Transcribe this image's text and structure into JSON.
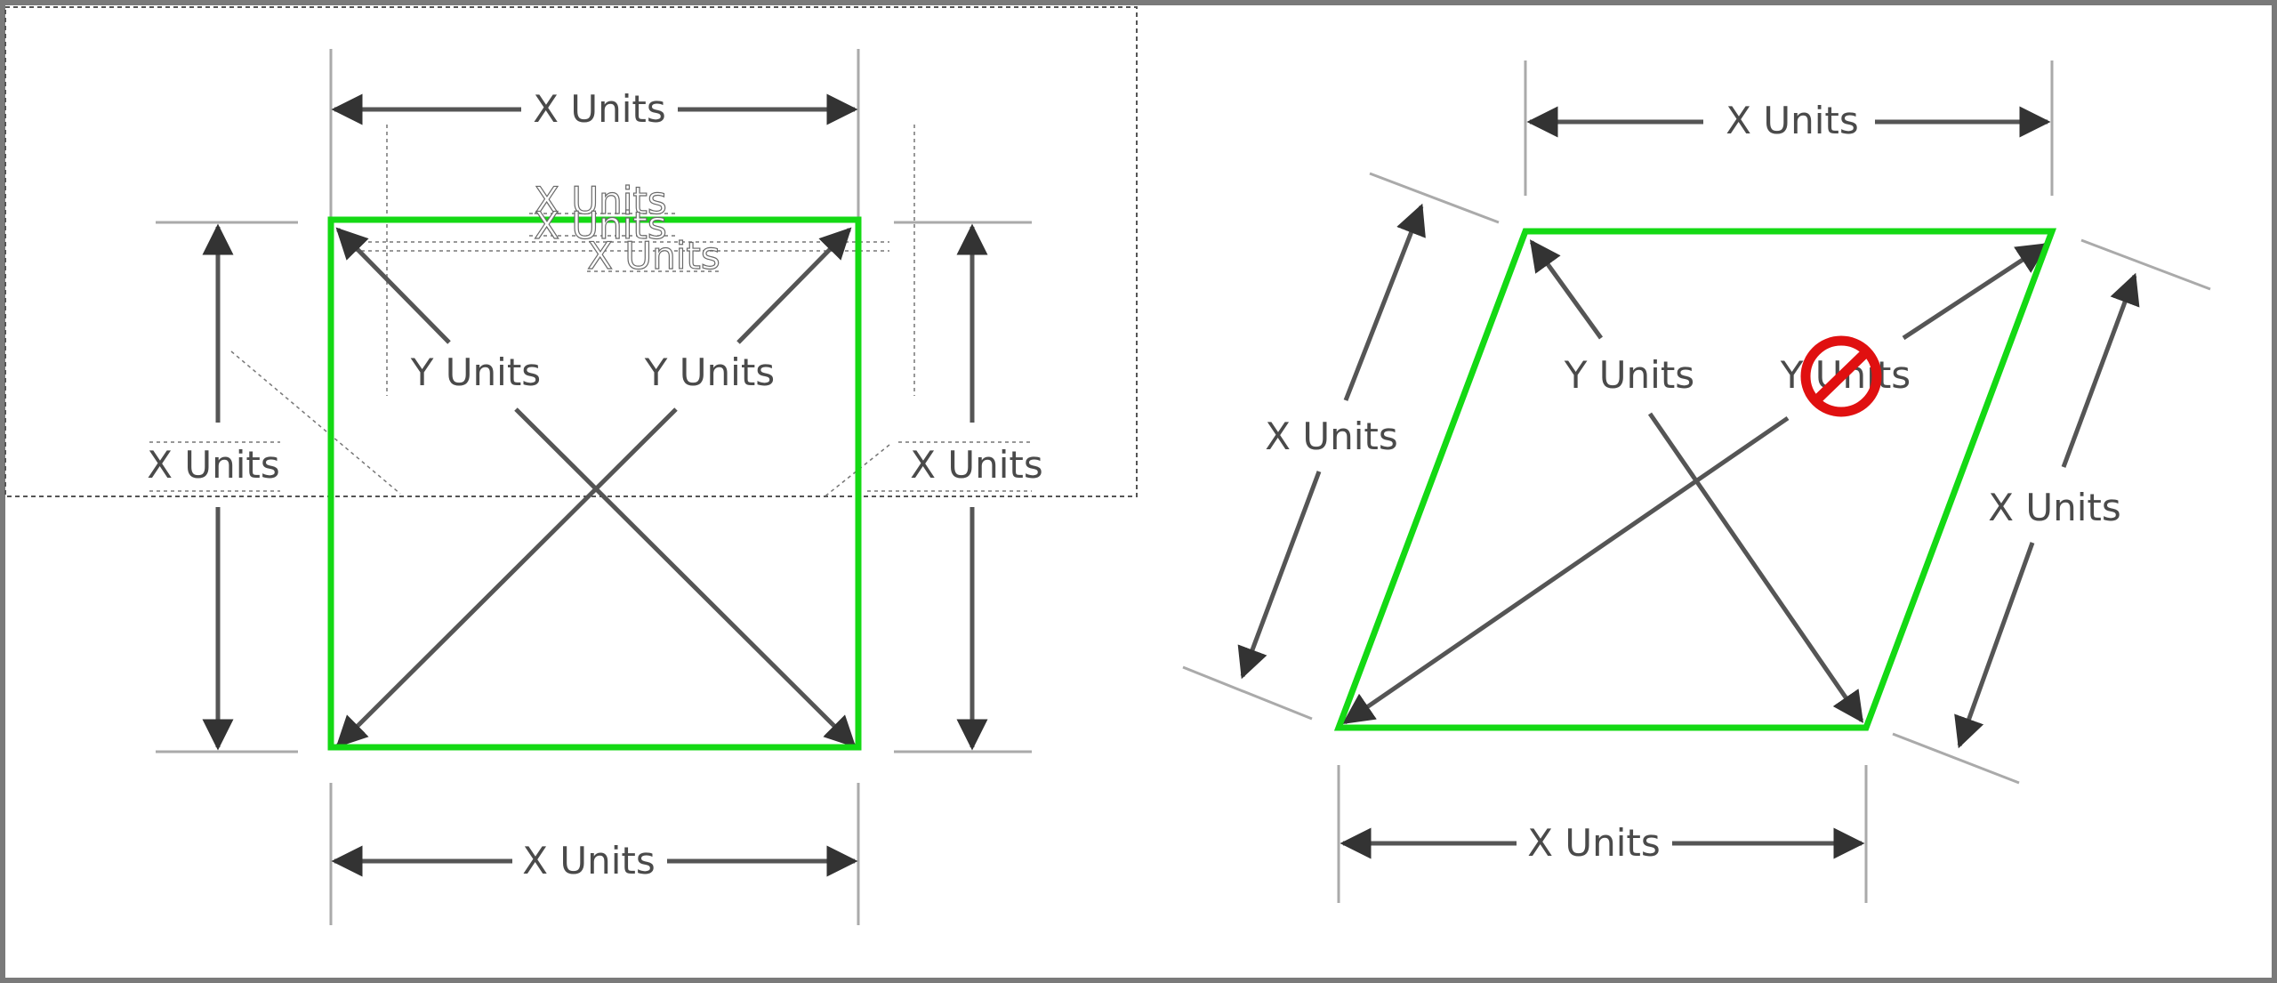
{
  "colors": {
    "shape_outline": "#14d914",
    "arrow": "#555555",
    "extension_line": "#aaaaaa",
    "prohibit": "#e01010",
    "frame": "#7a7a7a"
  },
  "left_figure": {
    "top_dimension": "X Units",
    "bottom_dimension": "X Units",
    "left_dimension": "X Units",
    "right_dimension": "X Units",
    "diagonal_a": "Y Units",
    "diagonal_b": "Y Units",
    "ghost_label_1": "X Units",
    "ghost_label_2": "X Units",
    "ghost_label_3": "X Units"
  },
  "right_figure": {
    "top_dimension": "X Units",
    "bottom_dimension": "X Units",
    "left_side_dimension": "X Units",
    "right_side_dimension": "X Units",
    "diagonal_a": "Y Units",
    "diagonal_b": "Y Units",
    "prohibit_icon": "prohibited-sign"
  }
}
